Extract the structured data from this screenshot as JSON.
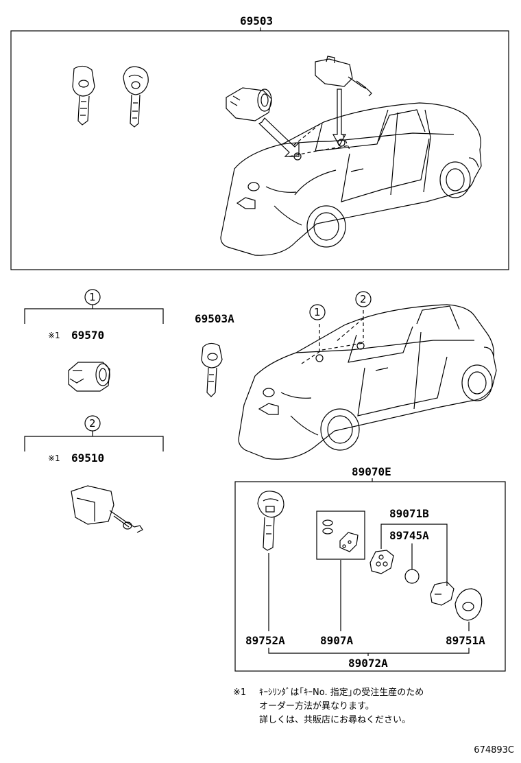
{
  "labels": {
    "p69503": "69503",
    "p69503A": "69503A",
    "p69570": "69570",
    "p69510": "69510",
    "p89070E": "89070E",
    "p89071B": "89071B",
    "p89745A": "89745A",
    "p89752A": "89752A",
    "p8907A": "8907A",
    "p89751A": "89751A",
    "p89072A": "89072A"
  },
  "marks": {
    "m1": "※1",
    "m1b": "※1",
    "c1": "1",
    "c2": "2",
    "c1b": "1",
    "c2b": "2"
  },
  "note": {
    "mark": "※1",
    "line1": "ｷｰｼﾘﾝﾀﾞは｢ｷｰNo. 指定｣の受注生産のため",
    "line2": "オーダー方法が異なります。",
    "line3": "詳しくは、共販店にお尋ねください。"
  },
  "diagram_code": "674893C",
  "colors": {
    "line": "#000000",
    "background": "#ffffff"
  }
}
